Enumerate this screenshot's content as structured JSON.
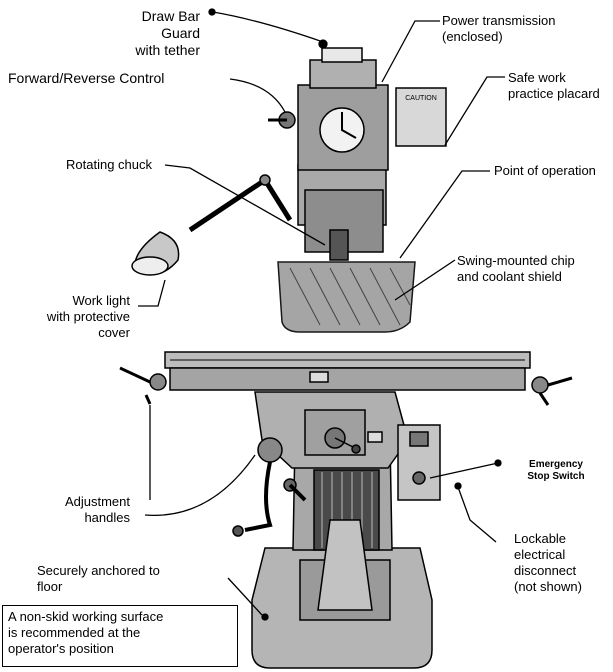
{
  "labels": {
    "draw_bar_guard": "Draw Bar\nGuard\nwith tether",
    "forward_reverse": "Forward/Reverse Control",
    "rotating_chuck": "Rotating chuck",
    "work_light": "Work light\nwith protective\ncover",
    "adjustment_handles": "Adjustment\nhandles",
    "anchored": "Securely anchored to\nfloor",
    "power_transmission": "Power transmission\n(enclosed)",
    "safe_work": "Safe work\npractice placard",
    "point_of_operation": "Point of operation",
    "chip_shield": "Swing-mounted chip\nand coolant shield",
    "emergency_stop": "Emergency\nStop Switch",
    "lockable": "Lockable\nelectrical\ndisconnect\n(not shown)"
  },
  "placard_text": "CAUTION",
  "note_box": "A non-skid working surface\nis recommended at the\noperator's position",
  "colors": {
    "ink": "#000000",
    "machine": "#b8b8b8",
    "machine_dark": "#6e6e6e",
    "background": "#ffffff"
  }
}
